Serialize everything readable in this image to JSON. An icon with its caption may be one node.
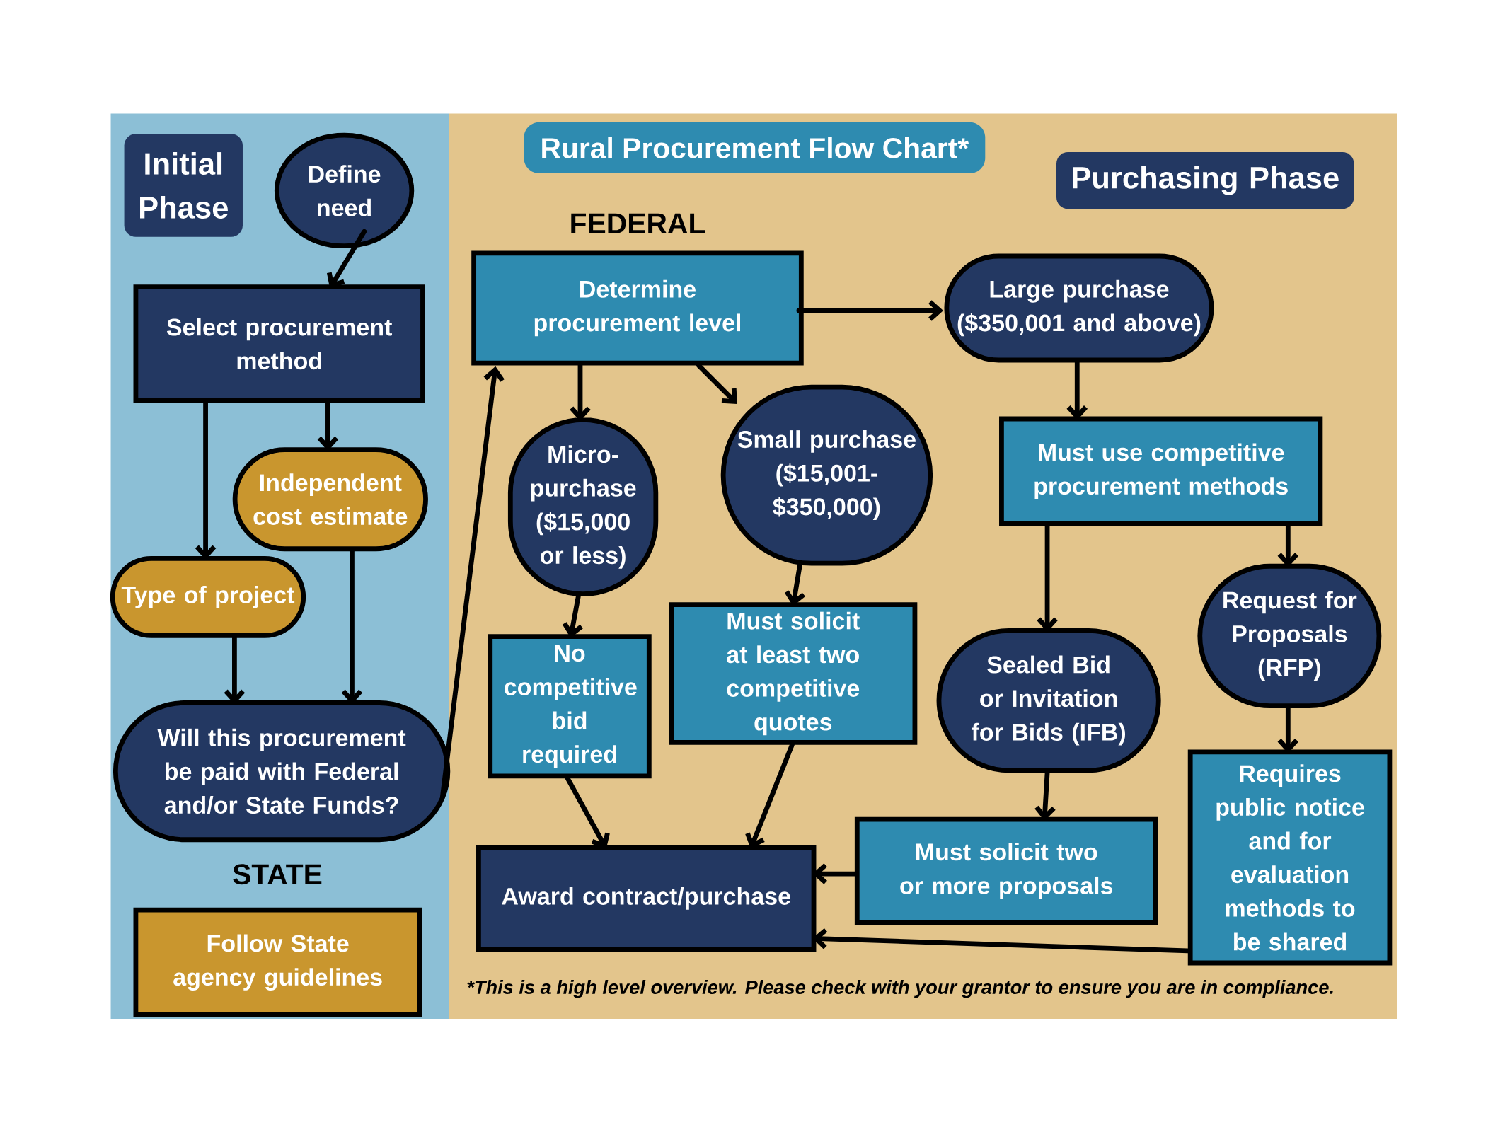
{
  "diagram": {
    "title": "Rural Procurement Flow Chart*",
    "nodes": [
      {
        "text": [
          "Initial Phase"
        ]
      },
      {
        "text": [
          "Define need"
        ]
      },
      {
        "text": [
          "Select procurement method"
        ]
      },
      {
        "text": [
          "Independent cost estimate"
        ]
      },
      {
        "text": [
          "Type of project"
        ]
      },
      {
        "text": [
          "Will this procurement be paid with Federal and/or State Funds?"
        ]
      },
      {
        "text": [
          "Follow State agency guidelines"
        ]
      },
      {
        "text": [
          "Purchasing Phase"
        ]
      },
      {
        "text": [
          "Determine procurement level"
        ]
      },
      {
        "text": [
          "Large purchase ($350,001 and above)"
        ]
      },
      {
        "text": [
          "Micro-purchase ($15,000 or less)"
        ]
      },
      {
        "text": [
          "Small purchase ($15,001-$350,000)"
        ]
      },
      {
        "text": [
          "Must use competitive procurement methods"
        ]
      },
      {
        "text": [
          "No competitive bid required"
        ]
      },
      {
        "text": [
          "Must solicit at least two competitive quotes"
        ]
      },
      {
        "text": [
          "Sealed Bid or Invitation for Bids (IFB)"
        ]
      },
      {
        "text": [
          "Request for Proposals (RFP)"
        ]
      },
      {
        "text": [
          "Requires public notice and for evaluation methods to be shared"
        ]
      },
      {
        "text": [
          "Must solicit two or more proposals"
        ]
      },
      {
        "text": [
          "Award contract/purchase"
        ]
      }
    ],
    "edges": [
      {
        "from": 1,
        "to": 2,
        "arrow": "to"
      },
      {
        "from": 2,
        "to": 4,
        "arrow": "to"
      },
      {
        "from": 2,
        "to": 3,
        "arrow": "to"
      },
      {
        "from": 4,
        "to": 5,
        "arrow": "to"
      },
      {
        "from": 3,
        "to": 5,
        "arrow": "to"
      },
      {
        "from": 5,
        "to": 8,
        "arrow": "to"
      },
      {
        "from": 8,
        "to": 9,
        "arrow": "to"
      },
      {
        "from": 8,
        "to": 10,
        "arrow": "to"
      },
      {
        "from": 8,
        "to": 11,
        "arrow": "to"
      },
      {
        "from": 9,
        "to": 12,
        "arrow": "to"
      },
      {
        "from": 12,
        "to": 15,
        "arrow": "to"
      },
      {
        "from": 12,
        "to": 16,
        "arrow": "to"
      },
      {
        "from": 10,
        "to": 13,
        "arrow": "to"
      },
      {
        "from": 11,
        "to": 14,
        "arrow": "to"
      },
      {
        "from": 13,
        "to": 19,
        "arrow": "to"
      },
      {
        "from": 14,
        "to": 19,
        "arrow": "to"
      },
      {
        "from": 15,
        "to": 18,
        "arrow": "to"
      },
      {
        "from": 16,
        "to": 17,
        "arrow": "to"
      },
      {
        "from": 18,
        "to": 19,
        "arrow": "to"
      },
      {
        "from": 17,
        "to": 19,
        "arrow": "to"
      }
    ],
    "labels": [
      "FEDERAL",
      "STATE",
      "*This is a high level overview. Please check with your grantor to ensure you are in compliance."
    ]
  }
}
